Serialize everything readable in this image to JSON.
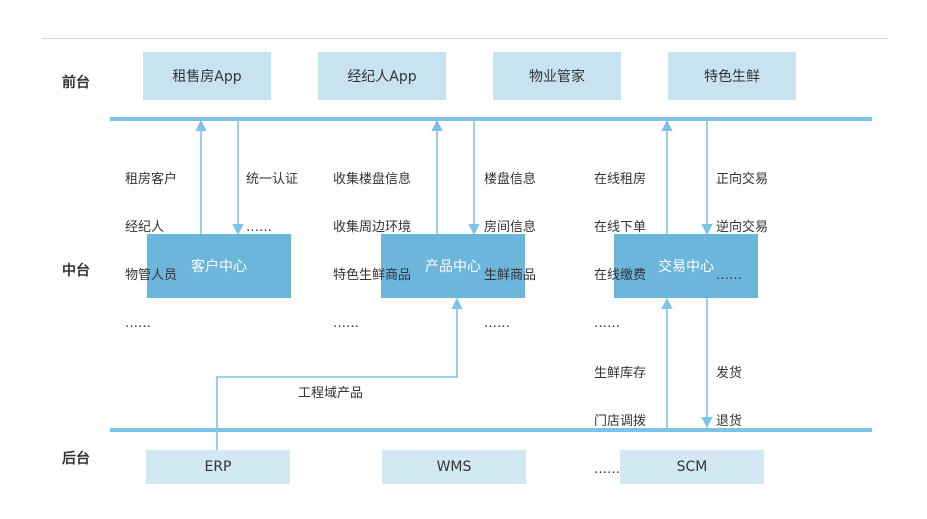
{
  "layers": {
    "front": "前台",
    "middle": "中台",
    "back": "后台"
  },
  "front_apps": [
    "租售房App",
    "经纪人App",
    "物业管家",
    "特色生鲜"
  ],
  "middle_centers": [
    "客户中心",
    "产品中心",
    "交易中心"
  ],
  "back_systems": [
    "ERP",
    "WMS",
    "SCM"
  ],
  "notes": {
    "customer_up": [
      "租房客户",
      "经纪人",
      "物管人员",
      "……"
    ],
    "customer_down": [
      "统一认证",
      "……"
    ],
    "product_up": [
      "收集楼盘信息",
      "收集周边环境",
      "特色生鲜商品",
      "……"
    ],
    "product_down": [
      "楼盘信息",
      "房间信息",
      "生鲜商品",
      "……"
    ],
    "trade_up": [
      "在线租房",
      "在线下单",
      "在线缴费",
      "……"
    ],
    "trade_down": [
      "正向交易",
      "逆向交易",
      "……"
    ],
    "erp_to_product": [
      "工程域产品"
    ],
    "trade_from_back": [
      "生鲜库存",
      "门店调拨",
      "……"
    ],
    "trade_to_back": [
      "发货",
      "退货"
    ]
  },
  "colors": {
    "line": "#7ec3e5",
    "middle_box": "#6cb5db",
    "front_box": "#c7e3f0",
    "back_box": "#d2e8f2"
  }
}
